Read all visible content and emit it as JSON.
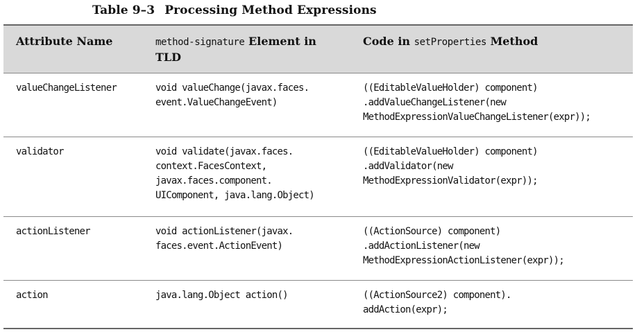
{
  "caption": {
    "number": "Table 9–3",
    "title": "Processing Method Expressions"
  },
  "headers": {
    "col1": "Attribute Name",
    "col2_mono": "method-signature",
    "col2_rest_line1": " Element in",
    "col2_rest_line2": "TLD",
    "col3_pre": "Code in ",
    "col3_mono": "setProperties",
    "col3_post": " Method"
  },
  "rows": [
    {
      "attribute": "valueChangeListener",
      "signature": [
        "void valueChange(javax.faces.",
        "event.ValueChangeEvent)"
      ],
      "code": [
        "((EditableValueHolder) component)",
        ".addValueChangeListener(new",
        "MethodExpressionValueChangeListener(expr));"
      ]
    },
    {
      "attribute": "validator",
      "signature": [
        "void validate(javax.faces.",
        "context.FacesContext,",
        "javax.faces.component.",
        "UIComponent, java.lang.Object)"
      ],
      "code": [
        "((EditableValueHolder) component)",
        ".addValidator(new",
        "MethodExpressionValidator(expr));"
      ]
    },
    {
      "attribute": "actionListener",
      "signature": [
        "void actionListener(javax.",
        "faces.event.ActionEvent)"
      ],
      "code": [
        "((ActionSource) component)",
        ".addActionListener(new",
        "MethodExpressionActionListener(expr));"
      ]
    },
    {
      "attribute": "action",
      "signature": [
        "java.lang.Object action()"
      ],
      "code": [
        "((ActionSource2) component).",
        "addAction(expr);"
      ]
    }
  ]
}
